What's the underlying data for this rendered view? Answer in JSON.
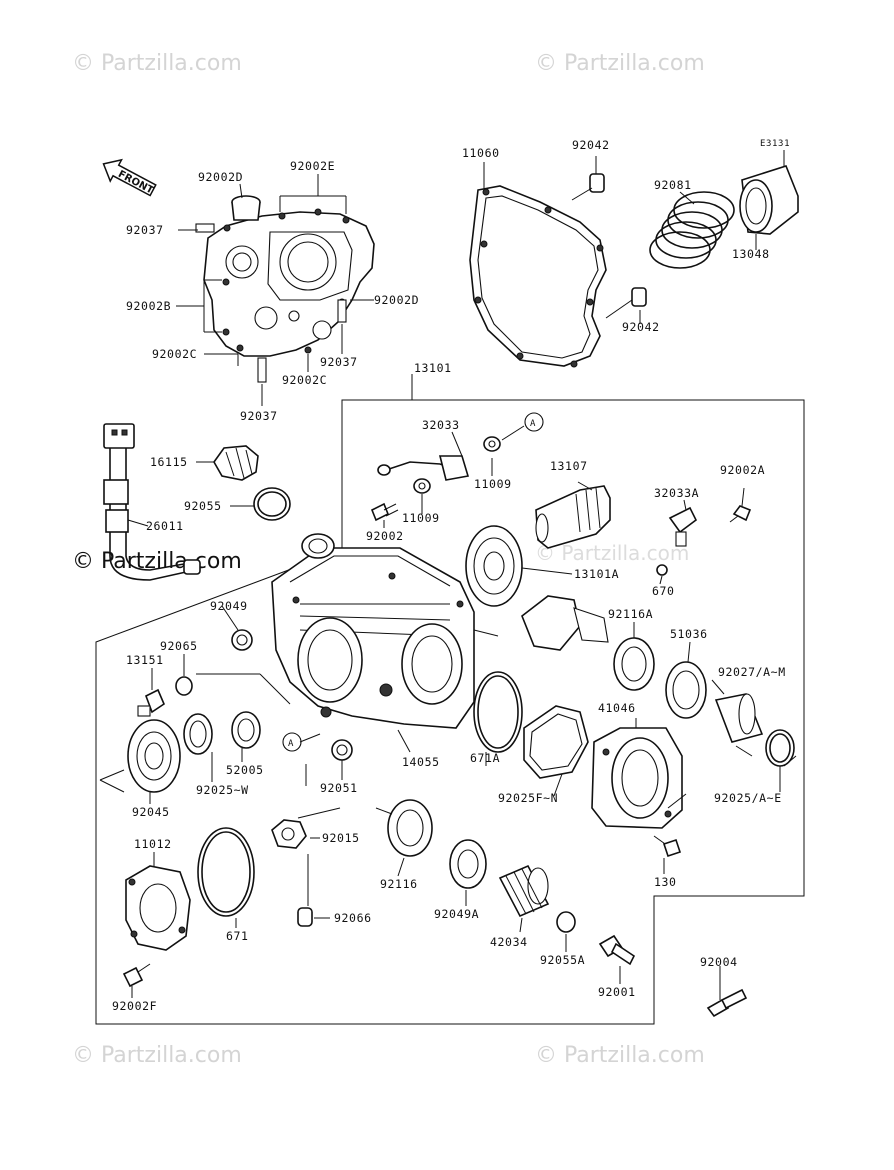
{
  "watermark": "© Partzilla.com",
  "diagram_code": "E3131",
  "front_label": "FRONT",
  "callout_a": "A",
  "labels": {
    "p11060": "11060",
    "p92042_top": "92042",
    "p92042_bot": "92042",
    "p92081": "92081",
    "p13048": "13048",
    "p92002D_top": "92002D",
    "p92002E": "92002E",
    "p92037_left": "92037",
    "p92002B": "92002B",
    "p92002D_right": "92002D",
    "p92002C_left": "92002C",
    "p92037_right": "92037",
    "p92002C_bot": "92002C",
    "p92037_bot": "92037",
    "p13101": "13101",
    "p32033": "32033",
    "p11009_a": "11009",
    "p11009_b": "11009",
    "p92002": "92002",
    "p13107": "13107",
    "p32033A": "32033A",
    "p92002A": "92002A",
    "p16115": "16115",
    "p92055": "92055",
    "p26011": "26011",
    "p13101A": "13101A",
    "p670": "670",
    "p92049": "92049",
    "p92116A": "92116A",
    "p51036": "51036",
    "p92065": "92065",
    "p13151": "13151",
    "p92027": "92027/A~M",
    "p41046": "41046",
    "p671A": "671A",
    "p52005": "52005",
    "p14055": "14055",
    "p92045": "92045",
    "p92025": "92025~W",
    "p92051": "92051",
    "p92025F": "92025F~N",
    "p92025A": "92025/A~E",
    "p11012": "11012",
    "p92015": "92015",
    "p92116": "92116",
    "p130": "130",
    "p92066": "92066",
    "p92049A": "92049A",
    "p671": "671",
    "p42034": "42034",
    "p92055A": "92055A",
    "p92001": "92001",
    "p92004": "92004",
    "p92002F": "92002F"
  }
}
